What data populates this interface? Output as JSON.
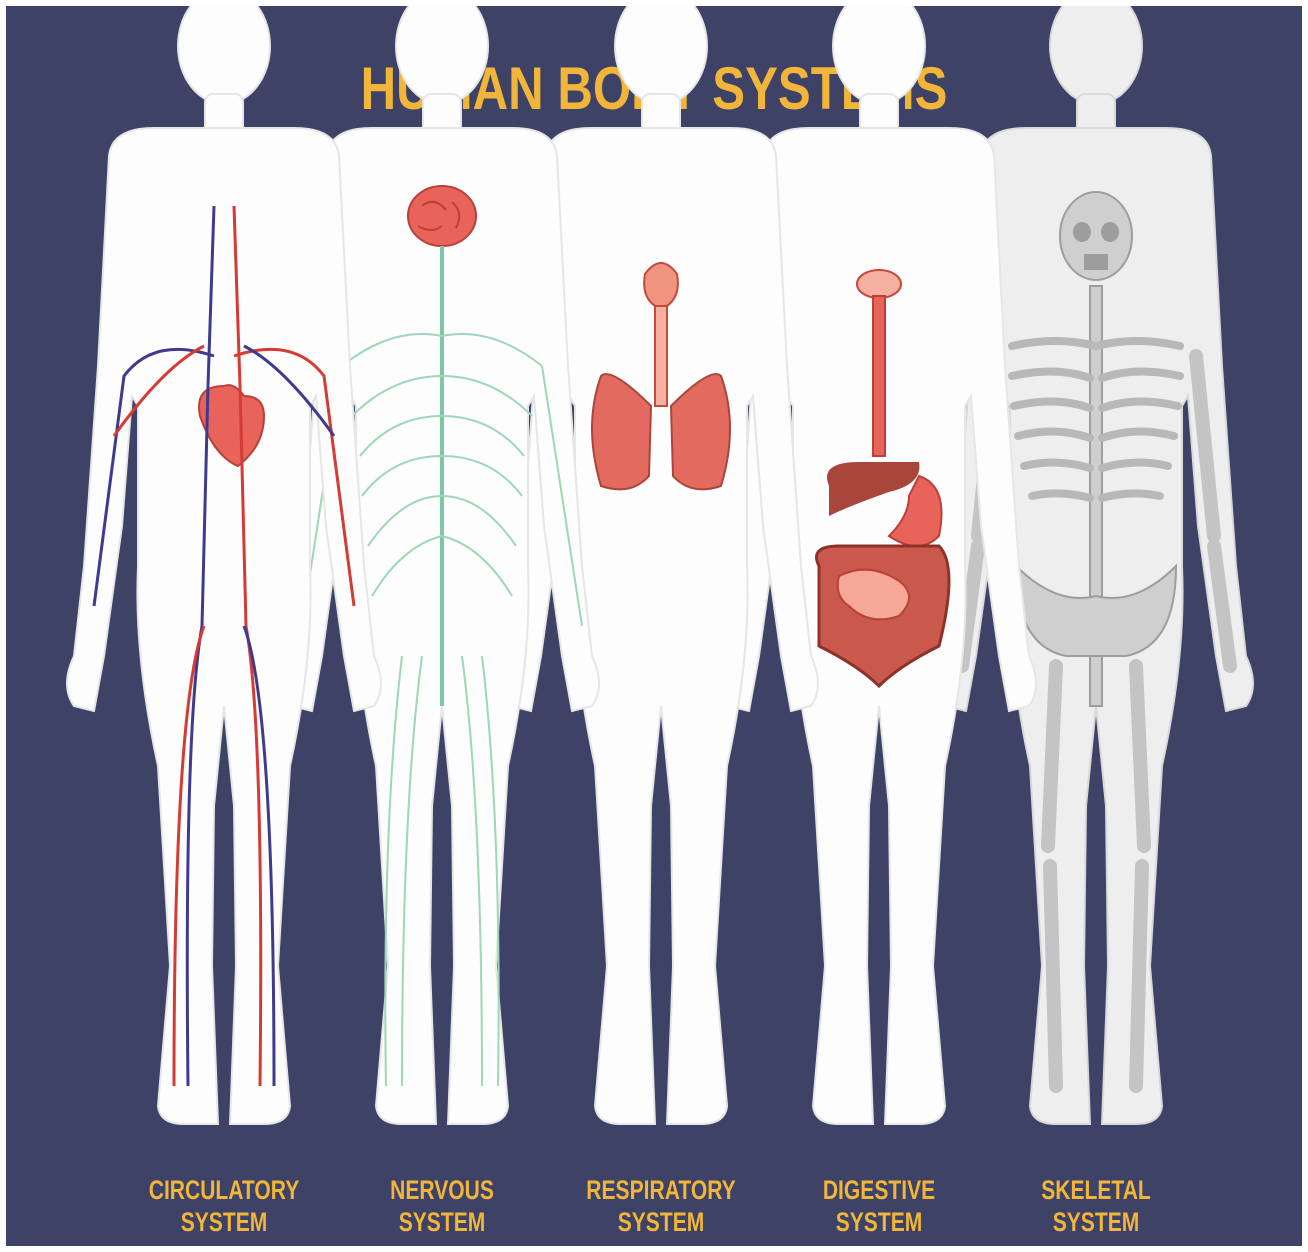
{
  "title": "HUMAN BODY SYSTEMS",
  "colors": {
    "background": "#3d4266",
    "title": "#f1b53a",
    "body": "#fdfdfd",
    "artery": "#d63a34",
    "vein": "#3f3a8f",
    "nerve": "#9cd8b6",
    "organ": "#e8635a",
    "organ_dark": "#b9413a",
    "bone": "#e2e2e2"
  },
  "systems": [
    {
      "id": "circulatory",
      "line1": "CIRCULATORY",
      "line2": "SYSTEM"
    },
    {
      "id": "nervous",
      "line1": "NERVOUS",
      "line2": "SYSTEM"
    },
    {
      "id": "respiratory",
      "line1": "RESPIRATORY",
      "line2": "SYSTEM"
    },
    {
      "id": "digestive",
      "line1": "DIGESTIVE",
      "line2": "SYSTEM"
    },
    {
      "id": "skeletal",
      "line1": "SKELETAL",
      "line2": "SYSTEM"
    }
  ]
}
